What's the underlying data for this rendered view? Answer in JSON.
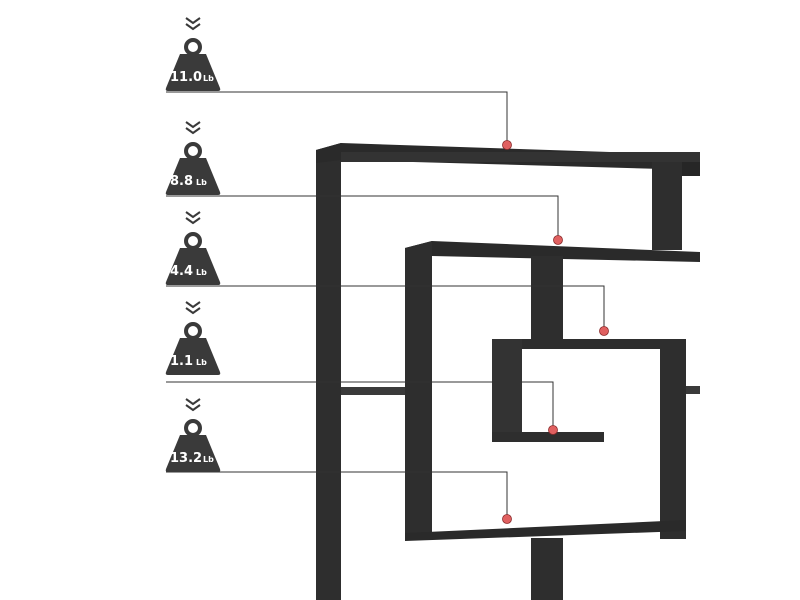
{
  "colors": {
    "shelf": "#2e2e2e",
    "shelf_edge": "#1f1f1f",
    "weight_icon": "#3a3a3a",
    "leader_line": "#333333",
    "dot": "#e06060"
  },
  "icons": [
    "chevron-down-icon",
    "weight-icon"
  ],
  "weights": [
    {
      "value": "11.0",
      "unit": "Lb"
    },
    {
      "value": "8.8",
      "unit": "Lb"
    },
    {
      "value": "4.4",
      "unit": "Lb"
    },
    {
      "value": "1.1",
      "unit": "Lb"
    },
    {
      "value": "13.2",
      "unit": "Lb"
    }
  ]
}
